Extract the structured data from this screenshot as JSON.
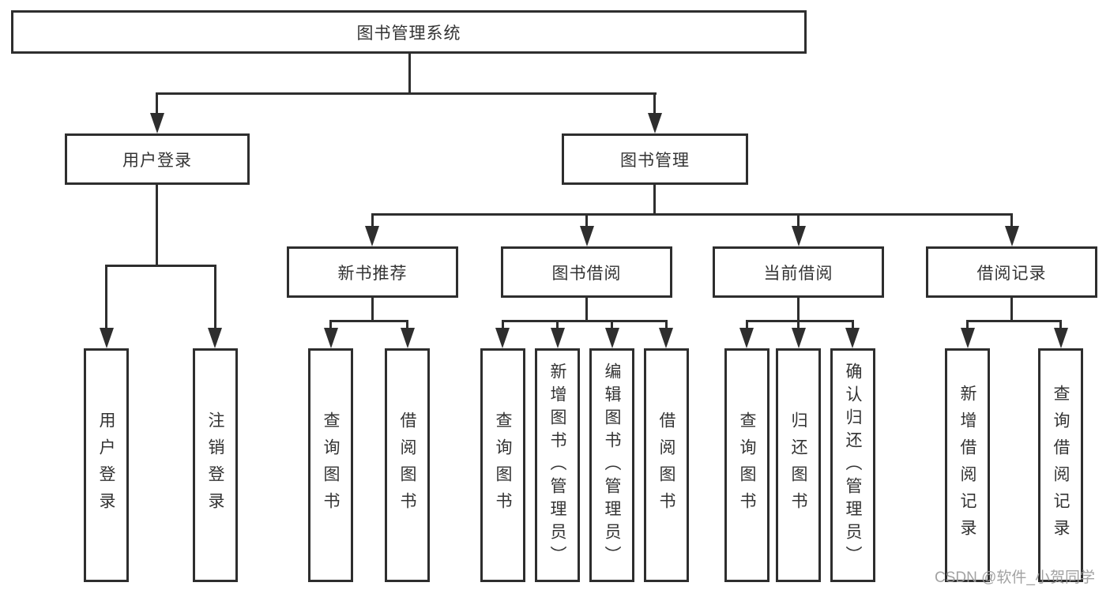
{
  "diagram": {
    "root": {
      "label": "图书管理系统"
    },
    "level2": [
      {
        "label": "用户登录"
      },
      {
        "label": "图书管理"
      }
    ],
    "level3": [
      {
        "label": "新书推荐"
      },
      {
        "label": "图书借阅"
      },
      {
        "label": "当前借阅"
      },
      {
        "label": "借阅记录"
      }
    ],
    "leaves": {
      "user_login": [
        "用户登录",
        "注销登录"
      ],
      "new_book": [
        "查询图书",
        "借阅图书"
      ],
      "book_borrow": [
        "查询图书",
        "新增图书（管理员）",
        "编辑图书（管理员）",
        "借阅图书"
      ],
      "current_borrow": [
        "查询图书",
        "归还图书",
        "确认归还（管理员）"
      ],
      "borrow_records": [
        "新增借阅记录",
        "查询借阅记录"
      ]
    }
  },
  "watermark": {
    "text": "CSDN @软件_小贺同学"
  },
  "colors": {
    "line": "#2e2e2e",
    "text": "#333333",
    "watermark": "#9b9b9b",
    "bg": "#ffffff"
  }
}
